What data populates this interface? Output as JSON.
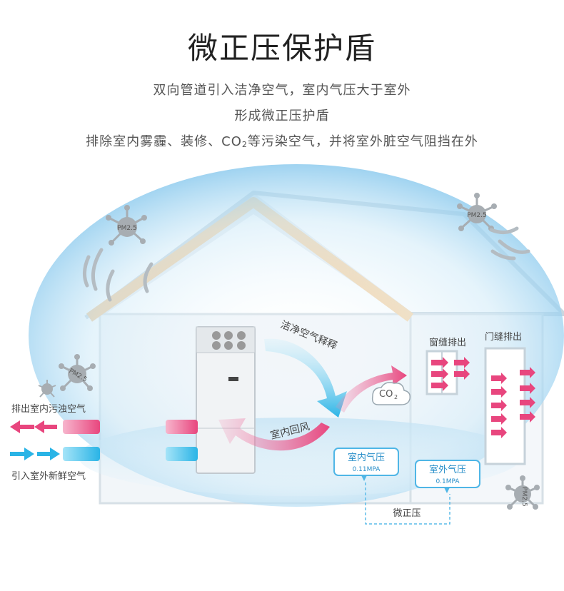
{
  "title": "微正压保护盾",
  "subtitle_lines": [
    "双向管道引入洁净空气，室内气压大于室外",
    "形成微正压护盾"
  ],
  "subtitle_line3": {
    "part1": "排除室内雾霾、装修、CO",
    "sub": "2",
    "part2": "等污染空气，并将室外脏空气阻挡在外"
  },
  "diagram": {
    "clean_air_release": "洁净空气释释",
    "indoor_return": "室内回风",
    "co2_label": "CO",
    "co2_sub": "2",
    "window_exhaust": "窗缝排出",
    "door_exhaust": "门缝排出",
    "exhaust_dirty_air": "排出室内污浊空气",
    "intake_fresh_air": "引入室外新鲜空气",
    "indoor_pressure": {
      "label": "室内气压",
      "value": "0.11MPA"
    },
    "outdoor_pressure": {
      "label": "室外气压",
      "value": "0.1MPA"
    },
    "micro_pressure": "微正压",
    "pm_label": "PM2.5"
  },
  "colors": {
    "pink": "#e8467e",
    "cyan": "#2ab4e6",
    "house_line": "#c9d6df",
    "dome": "#a9d8f2",
    "badge_border": "#4fb6e6",
    "badge_text": "#2a8fc9"
  }
}
